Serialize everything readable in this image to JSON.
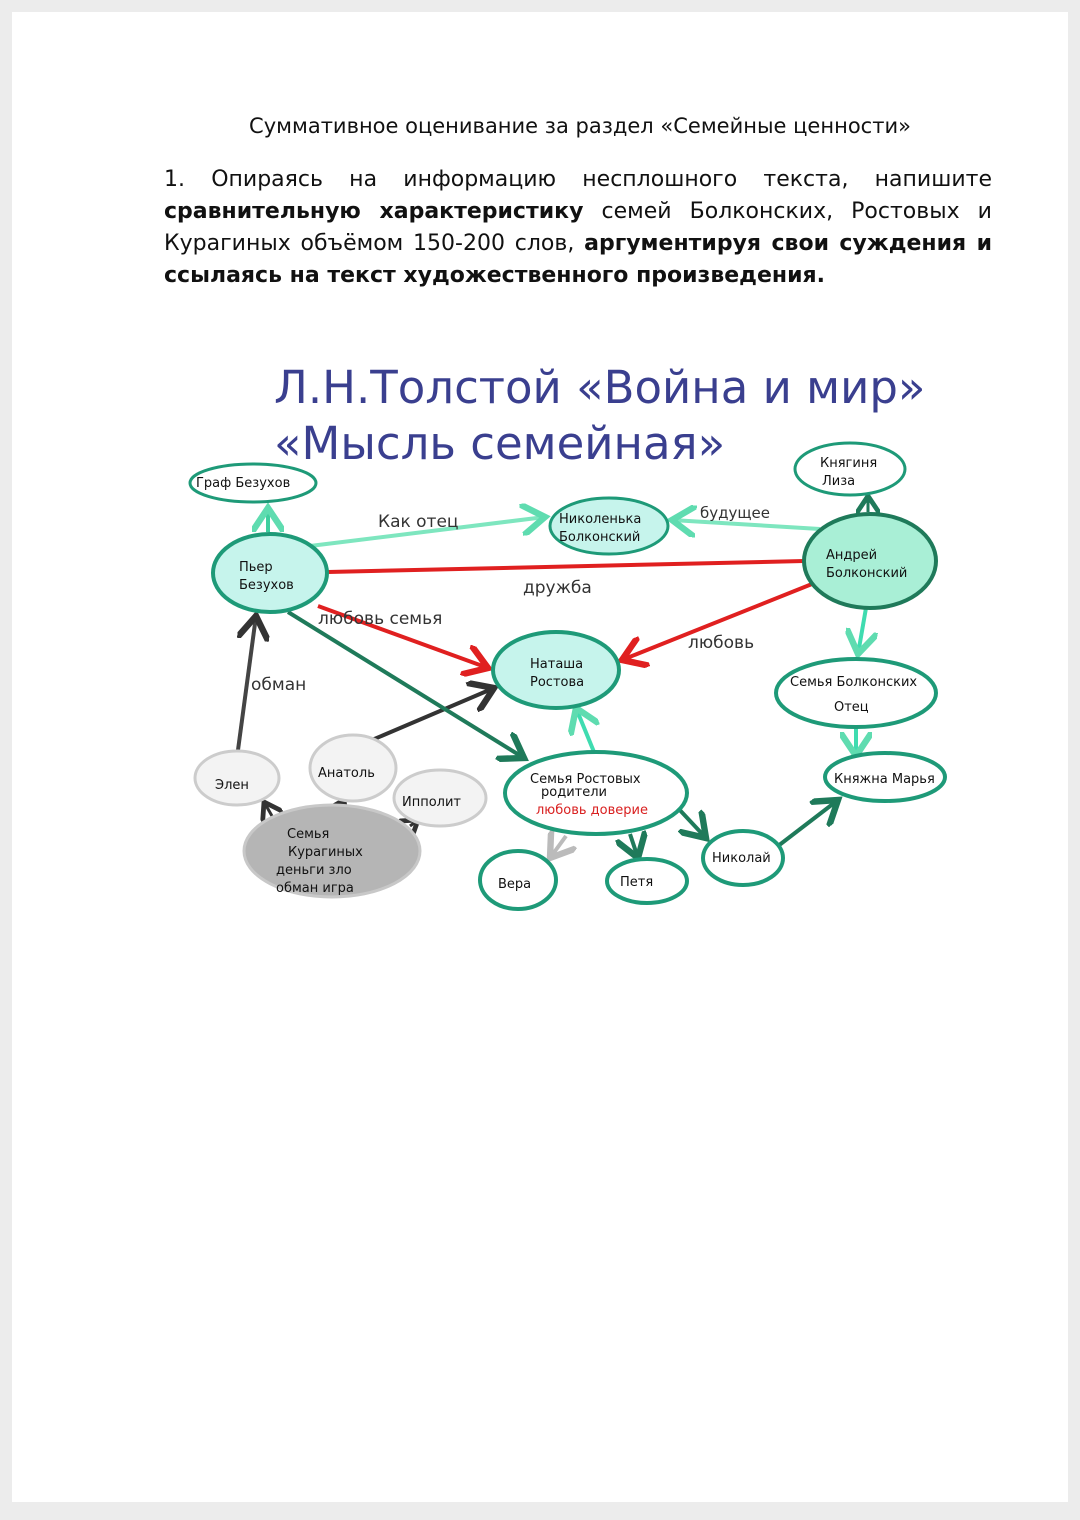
{
  "heading": "Суммативное оценивание за раздел «Семейные ценности»",
  "task": {
    "p1": "1. Опираясь на информацию несплошного текста, напишите",
    "b1": "сравнительную характеристику",
    "p2": "семей Болконских, Ростовых и Курагиных объёмом 150-200 слов,",
    "b2": "аргументируя свои суждения и ссылаясь на текст художественного произведения."
  },
  "diagram": {
    "title_line1": "Л.Н.Толстой «Война и мир»",
    "title_line2": "«Мысль семейная»",
    "nodes": {
      "graf_bezukhov": "Граф Безухов",
      "knyaginya_1": "Княгиня",
      "knyaginya_2": "Лиза",
      "nikolenka_1": "Николенька",
      "nikolenka_2": "Болконский",
      "pierre_1": "Пьер",
      "pierre_2": "Безухов",
      "andrey_1": "Андрей",
      "andrey_2": "Болконский",
      "natasha_1": "Наташа",
      "natasha_2": "Ростова",
      "bolkonsky_family_1": "Семья Болконских",
      "bolkonsky_family_2": "Отец",
      "elen": "Элен",
      "anatol": "Анатоль",
      "ippolit": "Ипполит",
      "kuragin_1": "Семья",
      "kuragin_2": "Курагиных",
      "kuragin_3": "деньги зло",
      "kuragin_4": "обман игра",
      "rostov_1": "Семья Ростовых",
      "rostov_2": "родители",
      "rostov_3": "любовь  доверие",
      "marya": "Княжна Марья",
      "nikolay": "Николай",
      "vera": "Вера",
      "petya": "Петя"
    },
    "edge_labels": {
      "kak_otets": "Как отец",
      "budushchee": "будущее",
      "druzhba": "дружба",
      "lyubov_semya": "любовь семья",
      "lyubov": "любовь",
      "obman": "обман"
    },
    "colors": {
      "title": "#3a3f8f",
      "node_border": "#1e9a78",
      "node_fill": "#c6f4ec",
      "andrey_fill": "#a9efd6",
      "arrow_light": "#5fdcb0",
      "arrow_dark": "#1f7a5a",
      "arrow_red": "#e02020",
      "arrow_black": "#333333",
      "grey_fill": "#b5b5b5",
      "grey_border": "#c8c8c8",
      "red_text": "#d92020"
    }
  }
}
